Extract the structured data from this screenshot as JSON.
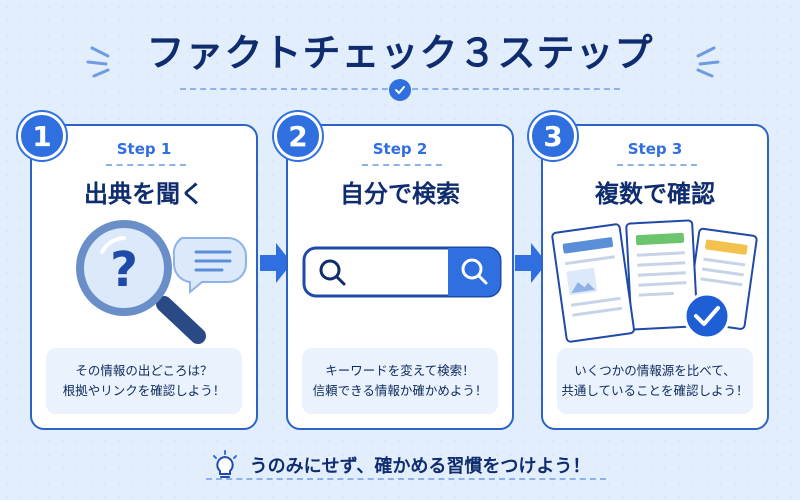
{
  "title": "ファクトチェック３ステップ",
  "steps": [
    {
      "number": "1",
      "label": "Step 1",
      "title": "出典を聞く",
      "line1": "その情報の出どころは？",
      "line2": "根拠やリンクを確認しよう！",
      "icon": "magnifier-question-icon"
    },
    {
      "number": "2",
      "label": "Step 2",
      "title": "自分で検索",
      "line1": "キーワードを変えて検索！",
      "line2": "信頼できる情報か確かめよう！",
      "icon": "search-bar-icon"
    },
    {
      "number": "3",
      "label": "Step 3",
      "title": "複数で確認",
      "line1": "いくつかの情報源を比べて、",
      "line2": "共通していることを確認しよう！",
      "icon": "documents-check-icon"
    }
  ],
  "footer": "うのみにせず、確かめる習慣をつけよう！",
  "colors": {
    "accent": "#2f6fe0",
    "navy": "#0f2d6e",
    "background": "#e3eefc",
    "green": "#6cc46c",
    "yellow": "#f2c14e"
  }
}
